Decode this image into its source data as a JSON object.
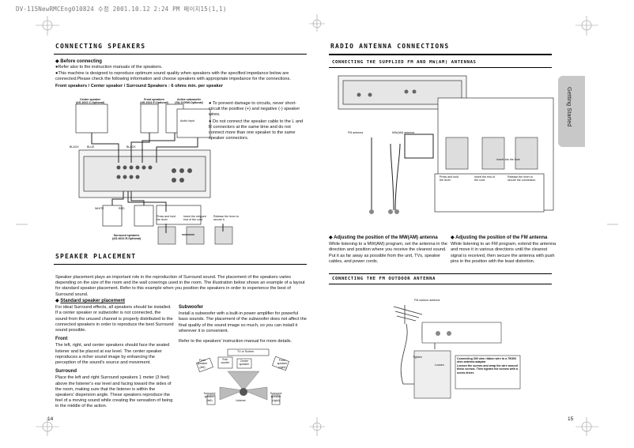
{
  "print_header": "DV-115NewRMCEng010824 수정  2001.10.12 2:24 PM  페이지15(1,1)",
  "left": {
    "speaker_connections": {
      "title": "CONNECTING SPEAKERS",
      "before_heading": "Before connecting",
      "bullets": [
        "Refer also to the instruction manuals of the speakers.",
        "This machine is designed to reproduce optimum sound quality when speakers with the specified impedance below are connected.Please check the following information and choose speakers with appropriate impedance for the connections."
      ],
      "impedance_line": "Front speakers / Center speaker / Surround Speakers : 6 ohms min. per speaker",
      "labels": {
        "center": "Center speaker\n(AS-1622-C-Optional)",
        "front": "Front speakers\n(AS-1622-F-Optional)",
        "subwoofer": "Active subwoofer\n(SA-1100W-Optional)",
        "audio_input": "Audio Input",
        "black1": "BLACK",
        "blue": "BLUE",
        "black2": "BLACK",
        "white": "WHITE",
        "red": "RED",
        "surround": "Surround speakers\n(AS-1622-R-Optional)",
        "right_label": "Right",
        "left_label": "Left",
        "press_hold": "Press and hold\nthe lever.",
        "insert_end": "Insert the stripped\nend of the cord.",
        "release": "Release the lever to\nsecure it."
      },
      "notes": [
        "To prevent damage to circuits, never short-circuit the positive (+) and negative (-) speaker wires.",
        "Do not connect the speaker cable to the L and R connectors at the same time and do not connect more than one speaker to the same speaker connectors."
      ]
    },
    "speaker_placement": {
      "title": "SPEAKER PLACEMENT",
      "intro": "Speaker placement plays an important role in the reproduction of Surround sound. The placement of the speakers varies depending on the size of the room and the wall coverings used in the room. The illustration below shows an example of a layout for standard speaker placement. Refer to this example when you position the speakers in order to experience the best of Surround sound.",
      "standard_heading": "Standard speaker placement",
      "standard_text": "For ideal Surround effects, all speakers should be installed. If a center speaker or subwoofer is not connected, the sound from the unused channel is properly distributed to the connected speakers in order to reproduce the best Surround sound possible.",
      "front_heading": "Front",
      "front_text": "The left, right, and center speakers should face the seated listener and be placed at ear level. The center speaker reproduces a richer sound image by enhancing the perception of the sound's source and movement.",
      "surround_heading": "Surround",
      "surround_text": "Place the left and right Surround speakers 1 meter (3 feet) above the listener's ear level and facing toward the sides of the room, making sure that the listener is within the speakers' dispersion angle. These speakers reproduce the feel of a moving sound while creating the sensation of being in the middle of the action.",
      "subwoofer_heading": "Subwoofer",
      "subwoofer_text": "Install a subwoofer with a built-in power amplifier for powerful bass sounds. The placement of the subwoofer does not affect the final quality of the sound image so much, so you can install it wherever it is convenient.",
      "refer_text": "Refer to the speakers' instruction manual for more details.",
      "diagram_labels": {
        "tv": "TV or Screen",
        "front_left": "Front\nspeaker\n(left)",
        "center": "Center\nspeaker",
        "subwoofer": "Sub-\nwoofer",
        "front_right": "Front\nspeaker\n(right)",
        "surround_left": "Surround\nspeaker\n(left)",
        "listener": "Listener",
        "surround_right": "Surround\nspeaker\n(right)"
      }
    },
    "page_number": "14"
  },
  "right": {
    "title": "RADIO ANTENNA CONNECTIONS",
    "sub1": "CONNECTING THE SUPPLIED FM AND MW(AM) ANTENNAS",
    "fm_antenna": "FM antenna",
    "mw_antenna": "MW(AM) antenna",
    "insert_hole": "Insert into the hole.",
    "press_hold": "Press and hold\nthe lever.",
    "insert_end": "Insert the end of\nthe cord.",
    "release": "Release the lever to\nsecure the connection.",
    "mw_adjust_heading": "Adjusting the position of the MW(AM) antenna",
    "mw_adjust_text": "While listening to a MW(AM) program, set the antenna in the direction and position where you receive the clearest sound. Put it as far away as possible from the unit, TVs, speaker cables, and power cords.",
    "fm_adjust_heading": "Adjusting the position of the FM antenna",
    "fm_adjust_text": "While listening to an FM program, extend the antenna and move it in various directions until the clearest signal is received, then secure the antenna with push pins in the position with the least distortion.",
    "sub2": "CONNECTING THE FM OUTDOOR ANTENNA",
    "fm_outdoor": "FM outdoor antenna",
    "connecting_note": "Connecting 300 ohm ribbon wire to a 75/300 ohm antenna adaptor\nLoosen the screws and wrap the wire around these screws. Then tighten the screws with a screw driver.",
    "tighten": "Tighten",
    "loosen": "Loosen",
    "side_tab": "Getting Started",
    "page_number": "15"
  }
}
